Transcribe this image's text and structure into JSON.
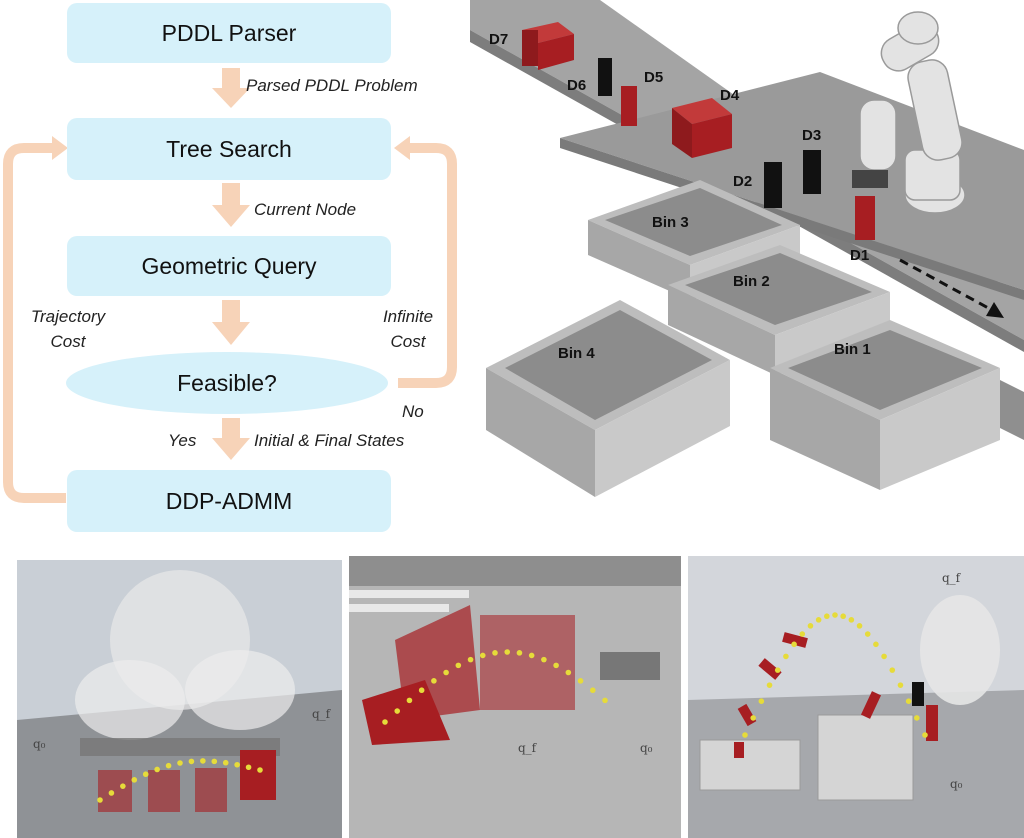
{
  "flowchart": {
    "pddl_parser": "PDDL Parser",
    "tree_search": "Tree Search",
    "geometric_query": "Geometric Query",
    "feasible": "Feasible?",
    "ddp_admm": "DDP-ADMM",
    "parsed_problem": "Parsed PDDL Problem",
    "current_node": "Current Node",
    "trajectory_cost": "Trajectory\nCost",
    "infinite_cost": "Infinite\nCost",
    "no": "No",
    "yes": "Yes",
    "initial_final_states": "Initial & Final States"
  },
  "scene": {
    "boxes": [
      "D7",
      "D6",
      "D5",
      "D4",
      "D3",
      "D2",
      "D1"
    ],
    "bins": [
      "Bin 3",
      "Bin 2",
      "Bin 4",
      "Bin 1"
    ]
  },
  "panels": {
    "q0": "q₀",
    "qf": "q_f"
  },
  "colors": {
    "box_fill": "#d6f1fa",
    "arrow_fill": "#f7d3b8",
    "red_box": "#a71e22",
    "trajectory_dots": "#e6db3a"
  }
}
